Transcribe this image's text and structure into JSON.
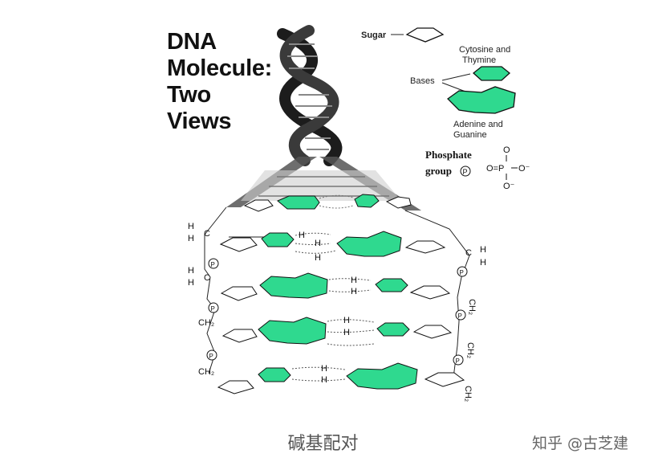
{
  "title_lines": [
    "DNA",
    "Molecule:",
    "Two",
    "Views"
  ],
  "legend": {
    "sugar": "Sugar",
    "bases": "Bases",
    "cytosine_thymine": [
      "Cytosine and",
      "Thymine"
    ],
    "adenine_guanine": [
      "Adenine and",
      "Guanine"
    ],
    "phosphate": [
      "Phosphate",
      "group"
    ],
    "phosphate_symbol": "P",
    "phosphate_formula": {
      "o_top": "O",
      "o_left": "O=P",
      "o_right": "O⁻",
      "o_bottom": "O⁻"
    }
  },
  "atoms": {
    "h": "H",
    "c": "C",
    "ch2": "CH₂",
    "p": "P"
  },
  "caption": "碱基配对",
  "watermark": "知乎 @古芝建",
  "colors": {
    "base_green": "#2fd98f",
    "helix_dark": "#222222",
    "outline": "#111111"
  }
}
